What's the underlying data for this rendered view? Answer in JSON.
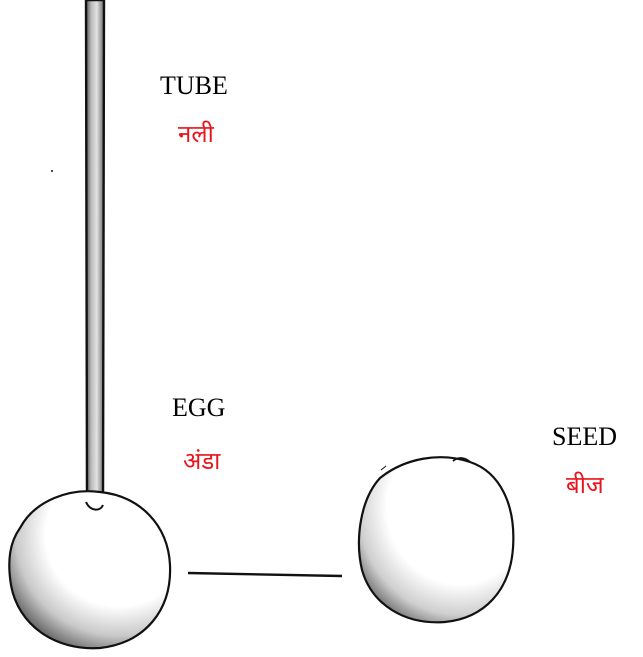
{
  "labels": {
    "tube": {
      "en": "TUBE",
      "hi": "नली"
    },
    "egg": {
      "en": "EGG",
      "hi": "अंडा"
    },
    "seed": {
      "en": "SEED",
      "hi": "बीज"
    }
  },
  "colors": {
    "english": "#000000",
    "hindi": "#e8141b",
    "ink": "#111111"
  }
}
